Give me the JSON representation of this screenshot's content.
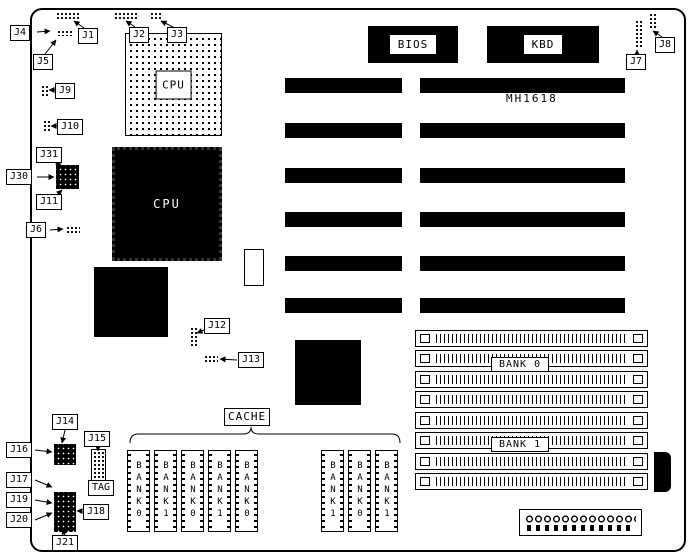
{
  "board": {
    "model": "MH1618"
  },
  "colors": {
    "ink": "#000000",
    "background": "#ffffff"
  },
  "callouts": {
    "j1": "J1",
    "j2": "J2",
    "j3": "J3",
    "j4": "J4",
    "j5": "J5",
    "j6": "J6",
    "j7": "J7",
    "j8": "J8",
    "j9": "J9",
    "j10": "J10",
    "j11": "J11",
    "j12": "J12",
    "j13": "J13",
    "j14": "J14",
    "j15": "J15",
    "j16": "J16",
    "j17": "J17",
    "j18": "J18",
    "j19": "J19",
    "j20": "J20",
    "j21": "J21",
    "j30": "J30",
    "j31": "J31"
  },
  "chips": {
    "cpu_socket_label": "CPU",
    "cpu_chip_label": "CPU",
    "bios_label": "BIOS",
    "kbd_label": "KBD"
  },
  "memory": {
    "bank0_label": "BANK 0",
    "bank1_label": "BANK 1"
  },
  "cache": {
    "label": "CACHE",
    "tag_label": "TAG",
    "left_chips": [
      "BANK0",
      "BANK1",
      "BANK0",
      "BANK1",
      "BANK0"
    ],
    "right_chips": [
      "BANK1",
      "BANK0",
      "BANK1"
    ]
  }
}
